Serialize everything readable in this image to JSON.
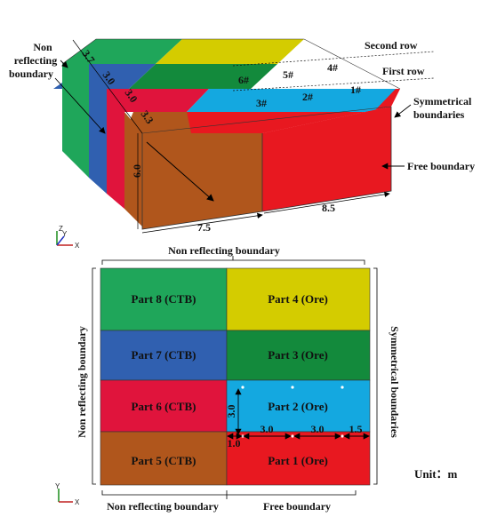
{
  "top_view": {
    "labels": {
      "non_reflecting_1": "Non",
      "non_reflecting_2": "reflecting",
      "non_reflecting_3": "boundary",
      "second_row": "Second row",
      "first_row": "First row",
      "symmetrical_1": "Symmetrical",
      "symmetrical_2": "boundaries",
      "free_boundary": "Free boundary"
    },
    "dimensions": {
      "d37": "3.7",
      "d30a": "3.0",
      "d30b": "3.0",
      "d33": "3.3",
      "d60": "6.0",
      "d75": "7.5",
      "d85": "8.5"
    },
    "holes": {
      "h6": "6#",
      "h5": "5#",
      "h4": "4#",
      "h3": "3#",
      "h2": "2#",
      "h1": "1#"
    },
    "axis": {
      "z": "Z",
      "y": "Y",
      "x": "X"
    }
  },
  "bottom_view": {
    "top_label": "Non reflecting boundary",
    "left_label": "Non reflecting boundary",
    "right_label": "Symmetrical boundaries",
    "bottom_left_label": "Non reflecting boundary",
    "bottom_right_label": "Free boundary",
    "unit": "Unit：m",
    "parts": {
      "p8": "Part 8 (CTB)",
      "p4": "Part 4 (Ore)",
      "p7": "Part 7 (CTB)",
      "p3": "Part 3 (Ore)",
      "p6": "Part 6 (CTB)",
      "p2": "Part 2 (Ore)",
      "p5": "Part 5 (CTB)",
      "p1": "Part 1 (Ore)"
    },
    "dimensions": {
      "v30": "3.0",
      "h10": "1.0",
      "h30a": "3.0",
      "h30b": "3.0",
      "h15": "1.5"
    },
    "axis": {
      "y": "Y",
      "x": "X"
    }
  },
  "colors": {
    "green": "#1fa65a",
    "yellow": "#d4cc00",
    "dark_green": "#138a3c",
    "blue": "#3060b0",
    "cyan": "#14a8e0",
    "crimson": "#e0143c",
    "red": "#e81820",
    "brown": "#b0561c"
  }
}
